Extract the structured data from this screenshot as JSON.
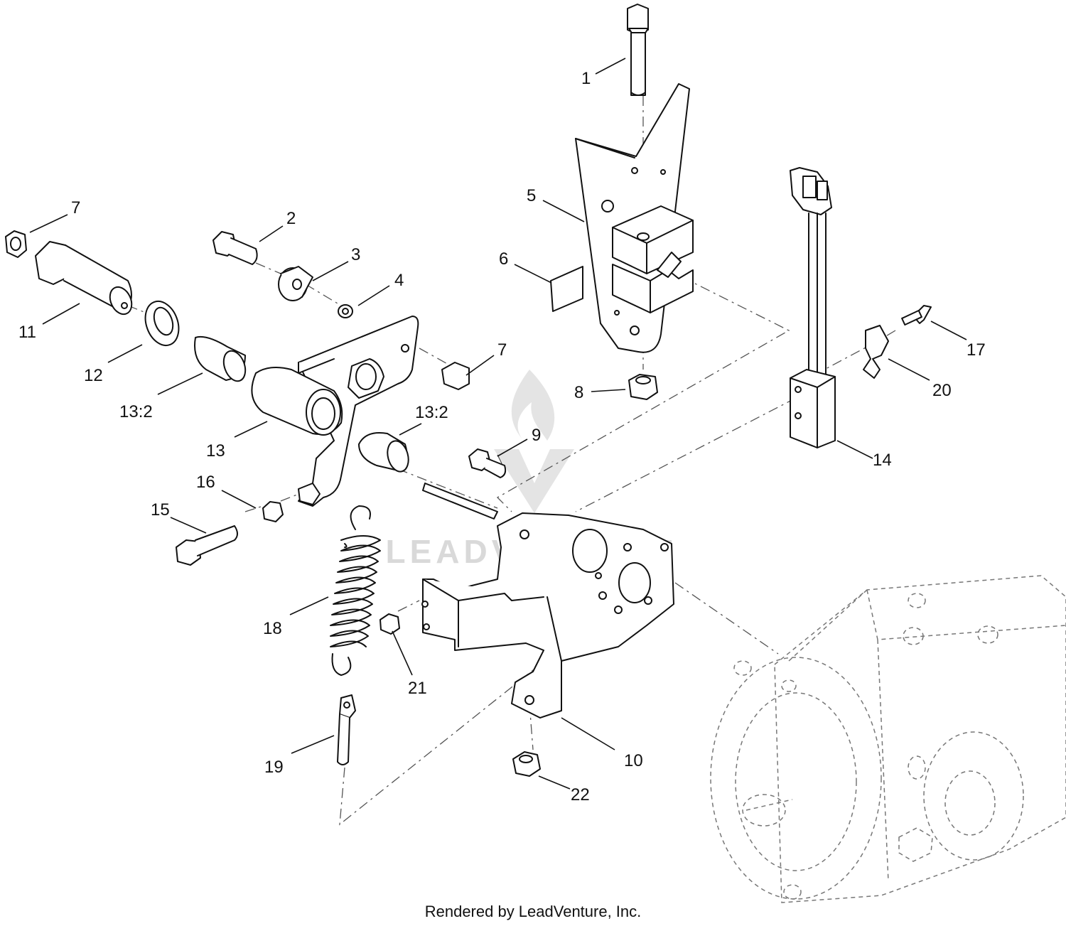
{
  "callouts": [
    {
      "id": "c1",
      "text": "1"
    },
    {
      "id": "c2",
      "text": "2"
    },
    {
      "id": "c3",
      "text": "3"
    },
    {
      "id": "c4",
      "text": "4"
    },
    {
      "id": "c5",
      "text": "5"
    },
    {
      "id": "c6",
      "text": "6"
    },
    {
      "id": "c7a",
      "text": "7"
    },
    {
      "id": "c7b",
      "text": "7"
    },
    {
      "id": "c8",
      "text": "8"
    },
    {
      "id": "c9",
      "text": "9"
    },
    {
      "id": "c10",
      "text": "10"
    },
    {
      "id": "c11",
      "text": "11"
    },
    {
      "id": "c12",
      "text": "12"
    },
    {
      "id": "c13",
      "text": "13"
    },
    {
      "id": "c13-2a",
      "text": "13:2"
    },
    {
      "id": "c13-2b",
      "text": "13:2"
    },
    {
      "id": "c14",
      "text": "14"
    },
    {
      "id": "c15",
      "text": "15"
    },
    {
      "id": "c16",
      "text": "16"
    },
    {
      "id": "c17",
      "text": "17"
    },
    {
      "id": "c18",
      "text": "18"
    },
    {
      "id": "c19",
      "text": "19"
    },
    {
      "id": "c20",
      "text": "20"
    },
    {
      "id": "c21",
      "text": "21"
    },
    {
      "id": "c22",
      "text": "22"
    }
  ],
  "watermark": "LEADVENTURE",
  "footer": "Rendered by LeadVenture, Inc."
}
